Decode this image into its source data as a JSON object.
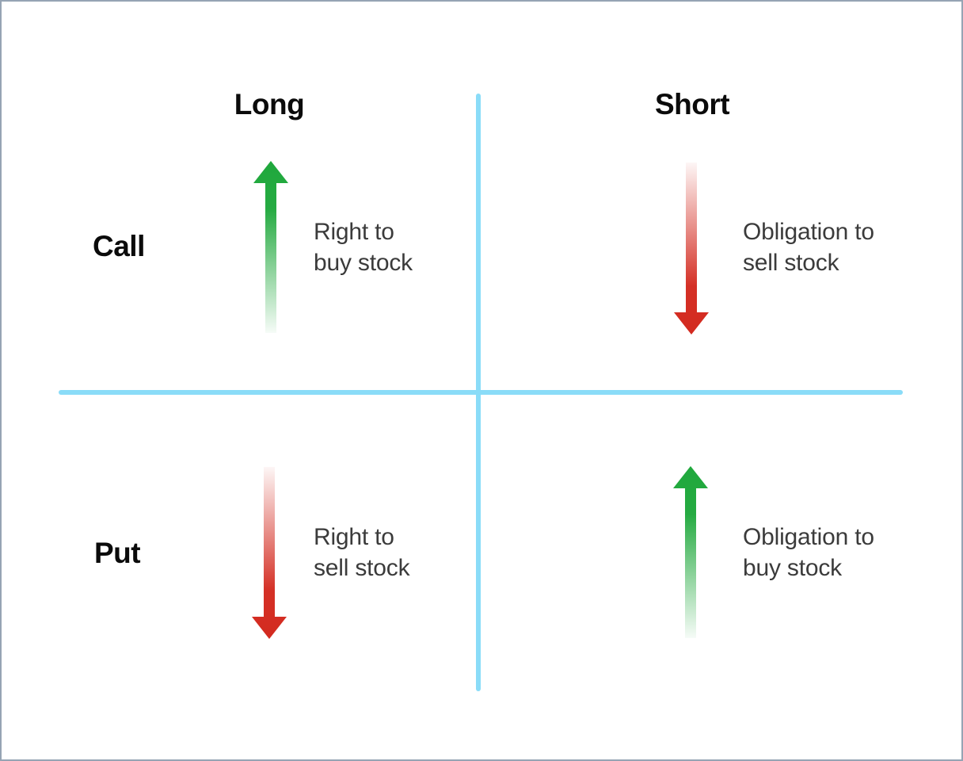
{
  "diagram": {
    "columns": [
      {
        "label": "Long"
      },
      {
        "label": "Short"
      }
    ],
    "rows": [
      {
        "label": "Call"
      },
      {
        "label": "Put"
      }
    ],
    "quadrants": [
      {
        "row": "Call",
        "column": "Long",
        "arrow": "green-up-arrow",
        "description_line1": "Right to",
        "description_line2": "buy stock"
      },
      {
        "row": "Call",
        "column": "Short",
        "arrow": "red-down-arrow",
        "description_line1": "Obligation to",
        "description_line2": "sell stock"
      },
      {
        "row": "Put",
        "column": "Long",
        "arrow": "red-down-arrow",
        "description_line1": "Right to",
        "description_line2": "sell stock"
      },
      {
        "row": "Put",
        "column": "Short",
        "arrow": "green-up-arrow",
        "description_line1": "Obligation to",
        "description_line2": "buy stock"
      }
    ]
  },
  "colors": {
    "arrow_green": "#1FA83C",
    "arrow_red": "#D32A1F",
    "axis_blue": "#8ADCF8",
    "border_gray": "#96A4B4",
    "label_black": "#0B0B0B",
    "description_gray": "#3B3B3B"
  }
}
